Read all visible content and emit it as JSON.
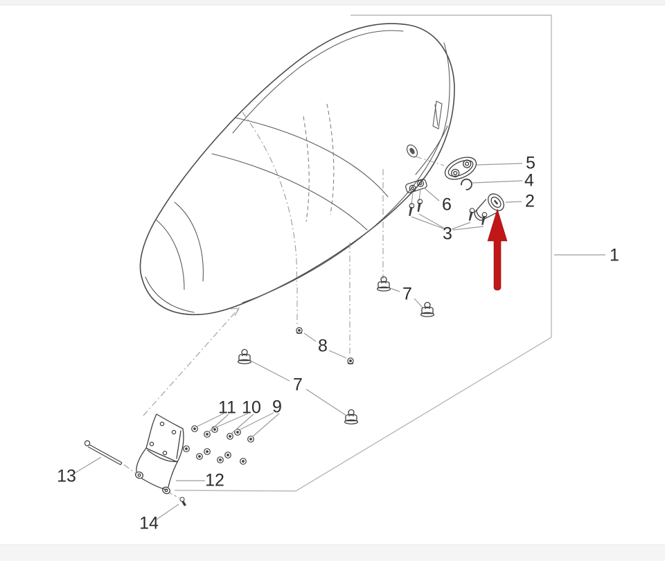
{
  "diagram": {
    "kind": "exploded-parts-diagram-scooter-seat",
    "colors": {
      "part_line": "#3d3d3d",
      "seat_line": "#4a4a4a",
      "leader_line": "#9a9a9a",
      "frame_line": "#b8b8b8",
      "arrow_accent": "#c21717",
      "page_strip": "#f3f3f3"
    },
    "callouts": {
      "c1": "1",
      "c2": "2",
      "c3": "3",
      "c4": "4",
      "c5": "5",
      "c6": "6",
      "c7a": "7",
      "c7b": "7",
      "c8": "8",
      "c9": "9",
      "c10": "10",
      "c11": "11",
      "c12": "12",
      "c13": "13",
      "c14": "14"
    }
  }
}
